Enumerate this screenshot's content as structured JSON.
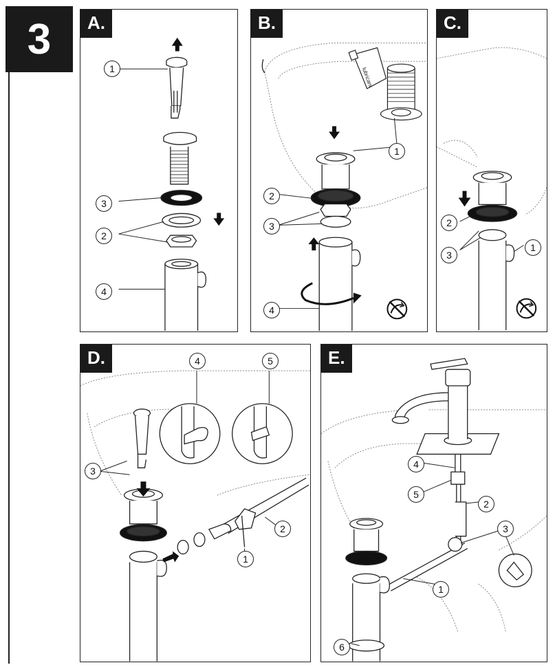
{
  "step": "3",
  "panels": [
    {
      "id": "A",
      "label": "A.",
      "callouts": [
        "1",
        "3",
        "2",
        "4"
      ]
    },
    {
      "id": "B",
      "label": "B.",
      "callouts": [
        "1",
        "2",
        "3",
        "4"
      ],
      "tube_text": "lubricant"
    },
    {
      "id": "C",
      "label": "C.",
      "callouts": [
        "2",
        "3",
        "1"
      ]
    },
    {
      "id": "D",
      "label": "D.",
      "callouts": [
        "4",
        "5",
        "3",
        "2",
        "1"
      ]
    },
    {
      "id": "E",
      "label": "E.",
      "callouts": [
        "4",
        "5",
        "2",
        "3",
        "1",
        "6"
      ]
    }
  ],
  "icons": [
    "no-tool-icon",
    "no-tool-icon"
  ],
  "colors": {
    "ink": "#1a1a1a",
    "line": "#222222",
    "background": "#ffffff",
    "sink_dots": "#888888"
  }
}
